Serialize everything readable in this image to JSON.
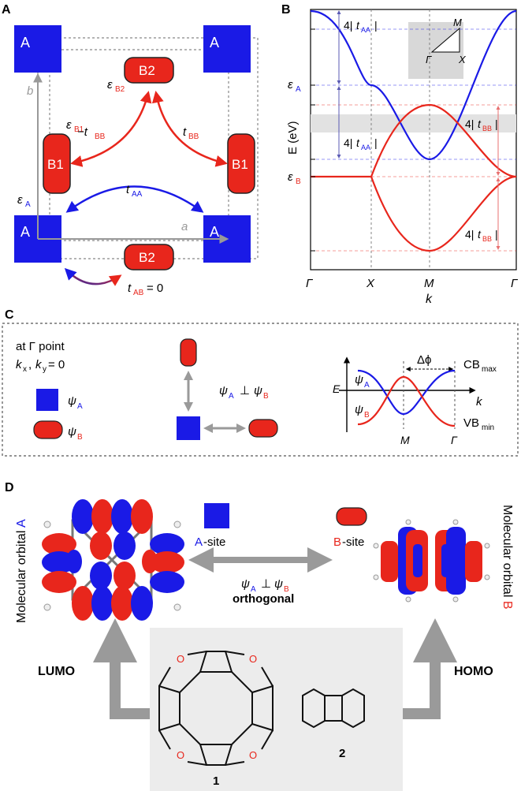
{
  "panels": {
    "A": "A",
    "B": "B",
    "C": "C",
    "D": "D"
  },
  "lattice": {
    "site_A": "A",
    "site_B1": "B1",
    "site_B2": "B2",
    "vec_a": "a",
    "vec_b": "b",
    "eps_A": "ε",
    "eps_A_sub": "A",
    "eps_B1": "ε",
    "eps_B1_sub": "B1",
    "eps_B2": "ε",
    "eps_B2_sub": "B2",
    "minus_t_BB": "−t",
    "t": "t",
    "sub_BB": "BB",
    "sub_AA": "AA",
    "sub_AB": "AB",
    "eq_zero": " = 0"
  },
  "bands": {
    "ylabel": "E (eV)",
    "xlabel": "k",
    "eps": "ε",
    "sub_A": "A",
    "sub_B": "B",
    "ticks": [
      "Γ",
      "X",
      "M",
      "Γ"
    ],
    "bz": {
      "M": "M",
      "G": "Γ",
      "X": "X"
    },
    "w_prefix": "4|",
    "t": "t",
    "sub_AA": "AA",
    "sub_BB": "BB",
    "w_suffix": "|",
    "colors": {
      "A": "#1a1ae6",
      "B": "#e8261c"
    }
  },
  "sym": {
    "at_point": "at Γ point",
    "k": "k",
    "sub_x": "x",
    "sub_y": "y",
    "zero": " = 0",
    "psi": "ψ",
    "sub_A": "A",
    "sub_B": "B",
    "perp": "⊥",
    "E": "E",
    "k_axis": "k",
    "delta_phi": "Δϕ",
    "CB": "CB",
    "CB_sub": "max",
    "VB": "VB",
    "VB_sub": "min",
    "M": "M",
    "Gamma": "Γ"
  },
  "molecules": {
    "orbital_left": "Molecular orbital ",
    "orbital_left_letter": "A",
    "orbital_right": "Molecular orbital ",
    "orbital_right_letter": "B",
    "a_site": "-site",
    "a_site_letter": "A",
    "b_site": "-site",
    "b_site_letter": "B",
    "orthogonal": "orthogonal",
    "lumo": "LUMO",
    "homo": "HOMO",
    "oxygen": "O",
    "label_1": "1",
    "label_2": "2"
  }
}
